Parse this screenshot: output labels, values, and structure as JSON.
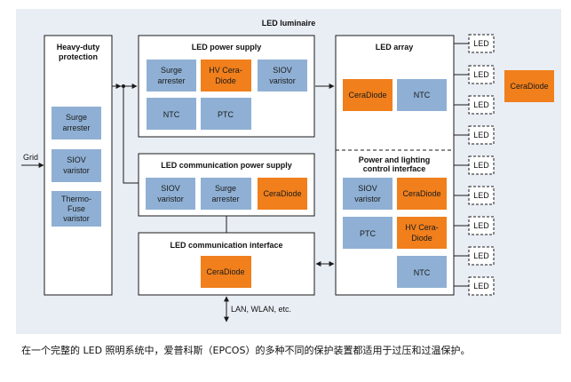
{
  "title": "LED luminaire",
  "caption": "在一个完整的 LED 照明系统中，爱普科斯（EPCOS）的多种不同的保护装置都适用于过压和过温保护。",
  "colors": {
    "background": "#e9eef5",
    "block_fill": "#ffffff",
    "blue_component": "#8fb0d4",
    "orange_component": "#f07f1c",
    "line": "#1a1a1a"
  },
  "grid_label": "Grid",
  "network_label": "LAN, WLAN, etc.",
  "heavy_duty": {
    "title_line1": "Heavy-duty",
    "title_line2": "protection",
    "comp1_l1": "Surge",
    "comp1_l2": "arrester",
    "comp2_l1": "SIOV",
    "comp2_l2": "varistor",
    "comp3_l1": "Thermo-",
    "comp3_l2": "Fuse",
    "comp3_l3": "varistor"
  },
  "power_supply": {
    "title": "LED power supply",
    "surge_l1": "Surge",
    "surge_l2": "arrester",
    "hv_l1": "HV Cera-",
    "hv_l2": "Diode",
    "siov_l1": "SIOV",
    "siov_l2": "varistor",
    "ntc": "NTC",
    "ptc": "PTC"
  },
  "comm_power_supply": {
    "title": "LED communication power supply",
    "siov_l1": "SIOV",
    "siov_l2": "varistor",
    "surge_l1": "Surge",
    "surge_l2": "arrester",
    "ceradiode": "CeraDiode"
  },
  "comm_interface": {
    "title": "LED communication interface",
    "ceradiode": "CeraDiode"
  },
  "led_array": {
    "title": "LED array",
    "ceradiode": "CeraDiode",
    "ntc": "NTC"
  },
  "power_lighting": {
    "title_line1": "Power and lighting",
    "title_line2": "control interface",
    "siov_l1": "SIOV",
    "siov_l2": "varistor",
    "ceradiode": "CeraDiode",
    "ptc": "PTC",
    "hv_l1": "HV Cera-",
    "hv_l2": "Diode",
    "ntc": "NTC"
  },
  "led_label": "LED",
  "external_ceradiode": "CeraDiode"
}
